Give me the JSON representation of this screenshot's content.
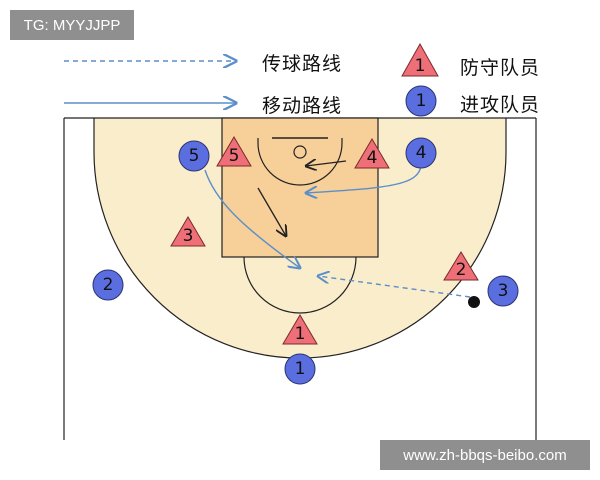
{
  "watermark": {
    "top_left": "TG: MYYJJPP",
    "bottom_right": "www.zh-bbqs-beibo.com"
  },
  "legend": {
    "pass_route": "传球路线",
    "move_route": "移动路线",
    "defender": "防守队员",
    "defender_symbol_number": "1",
    "attacker": "进攻队员",
    "attacker_symbol_number": "1"
  },
  "defenders": [
    "1",
    "2",
    "3",
    "4",
    "5"
  ],
  "attackers": [
    "1",
    "2",
    "3",
    "4",
    "5"
  ],
  "colors": {
    "court_fill": "#faedcc",
    "paint_fill": "#f7cf99",
    "defender_fill": "#ee6f78",
    "attacker_fill": "#5a6ee0",
    "route_line": "#5b8fc9"
  }
}
